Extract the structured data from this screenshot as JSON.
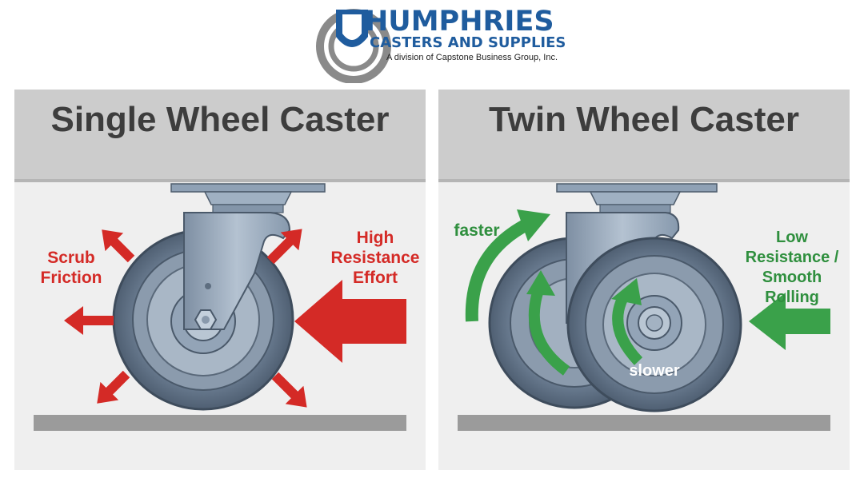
{
  "brand": {
    "name_line1": "HUMPHRIES",
    "name_line2": "CASTERS AND SUPPLIES",
    "tagline": "A division of Capstone Business Group, Inc.",
    "primary_color": "#1f5c9e"
  },
  "panels": {
    "single": {
      "title": "Single Wheel Caster",
      "label_scrub": "Scrub Friction",
      "label_resistance": "High Resistance Effort",
      "arrow_color": "#d42a26"
    },
    "twin": {
      "title": "Twin Wheel Caster",
      "label_faster": "faster",
      "label_slower": "slower",
      "label_low": "Low Resistance / Smooth Rolling",
      "arrow_color": "#3aa14a"
    }
  }
}
